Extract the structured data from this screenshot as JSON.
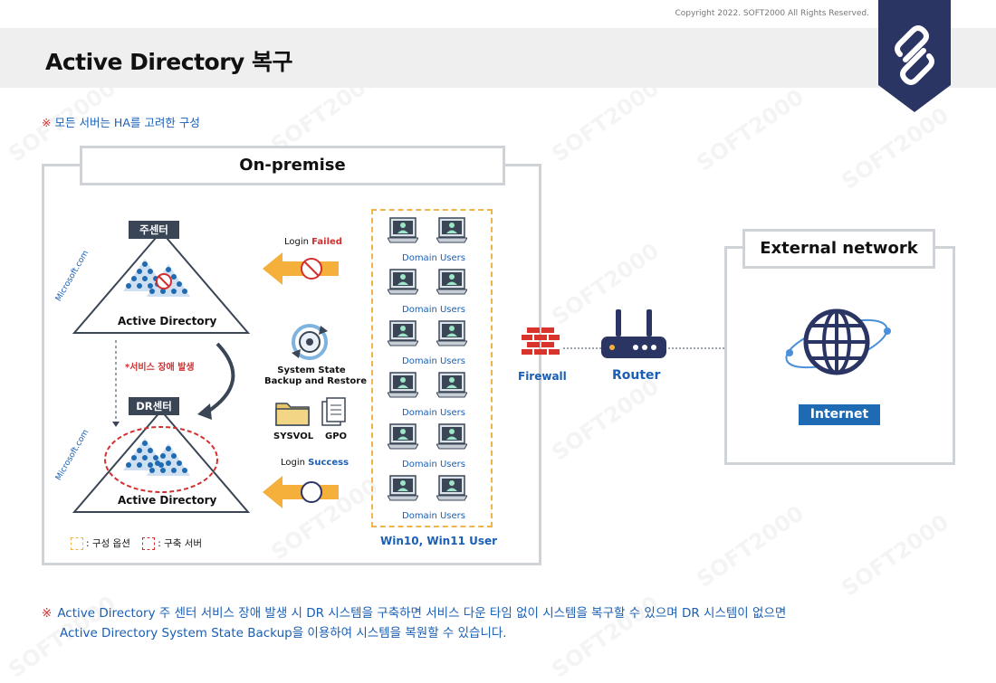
{
  "copyright": "Copyright 2022. SOFT2000 All Rights Reserved.",
  "page_title": "Active Directory 복구",
  "note_top": {
    "mark": "※",
    "text": "모든 서버는 HA를 고려한 구성"
  },
  "onprem": {
    "title": "On-premise",
    "primary_center": "주센터",
    "dr_center": "DR센터",
    "ad_label_top": "Active Directory",
    "ad_label_bottom": "Active Directory",
    "microsoft_top": "Microsoft.com",
    "microsoft_bottom": "Microsoft.com",
    "failure_note": "*서비스 장애 발생",
    "login_failed_prefix": "Login ",
    "login_failed_status": "Failed",
    "login_success_prefix": "Login ",
    "login_success_status": "Success",
    "backup_line1": "System State",
    "backup_line2": "Backup and Restore",
    "sysvol": "SYSVOL",
    "gpo": "GPO",
    "domain_users": [
      "Domain Users",
      "Domain Users",
      "Domain Users",
      "Domain Users",
      "Domain Users",
      "Domain Users"
    ],
    "users_caption": "Win10, Win11 User",
    "legend_option": ": 구성 옵션",
    "legend_server": ": 구축 서버"
  },
  "firewall": "Firewall",
  "router": "Router",
  "external": {
    "title": "External network",
    "internet": "Internet"
  },
  "note_bottom": {
    "mark": "※",
    "line1": "Active Directory 주 센터 서비스 장애 발생 시 DR 시스템을 구축하면 서비스 다운 타임 없이 시스템을 복구할 수 있으며 DR 시스템이 없으면",
    "line2": "Active Directory System State Backup을 이용하여 시스템을 복원할 수 있습니다."
  },
  "watermark_text": "SOFT2000",
  "colors": {
    "accent_blue": "#1a5fb4",
    "navy": "#2b3564",
    "alert_red": "#d32f2f",
    "arrow_orange": "#f4b03a",
    "box_border": "#cfd3d8"
  }
}
